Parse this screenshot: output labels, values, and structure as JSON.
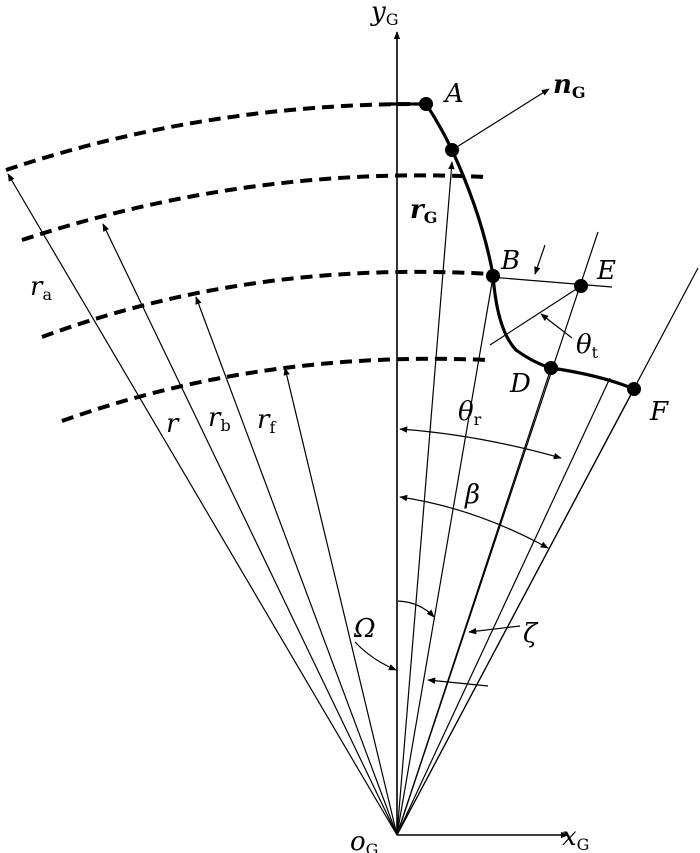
{
  "axes": {
    "y": {
      "main": "y",
      "sub": "G"
    },
    "x": {
      "main": "x",
      "sub": "G"
    },
    "origin": {
      "main": "o",
      "sub": "G"
    }
  },
  "points": {
    "A": "A",
    "B": "B",
    "D": "D",
    "E": "E",
    "F": "F"
  },
  "vectors": {
    "normal": {
      "main": "n",
      "sub": "G"
    },
    "radius": {
      "main": "r",
      "sub": "G"
    }
  },
  "radii": {
    "ra": {
      "main": "r",
      "sub": "a"
    },
    "r": {
      "main": "r",
      "sub": ""
    },
    "rb": {
      "main": "r",
      "sub": "b"
    },
    "rf": {
      "main": "r",
      "sub": "f"
    }
  },
  "angles": {
    "theta_t": {
      "main": "θ",
      "sub": "t"
    },
    "theta_r": {
      "main": "θ",
      "sub": "r"
    },
    "beta": {
      "main": "β",
      "sub": ""
    },
    "zeta": {
      "main": "ζ",
      "sub": ""
    },
    "omega": {
      "main": "Ω",
      "sub": ""
    }
  }
}
